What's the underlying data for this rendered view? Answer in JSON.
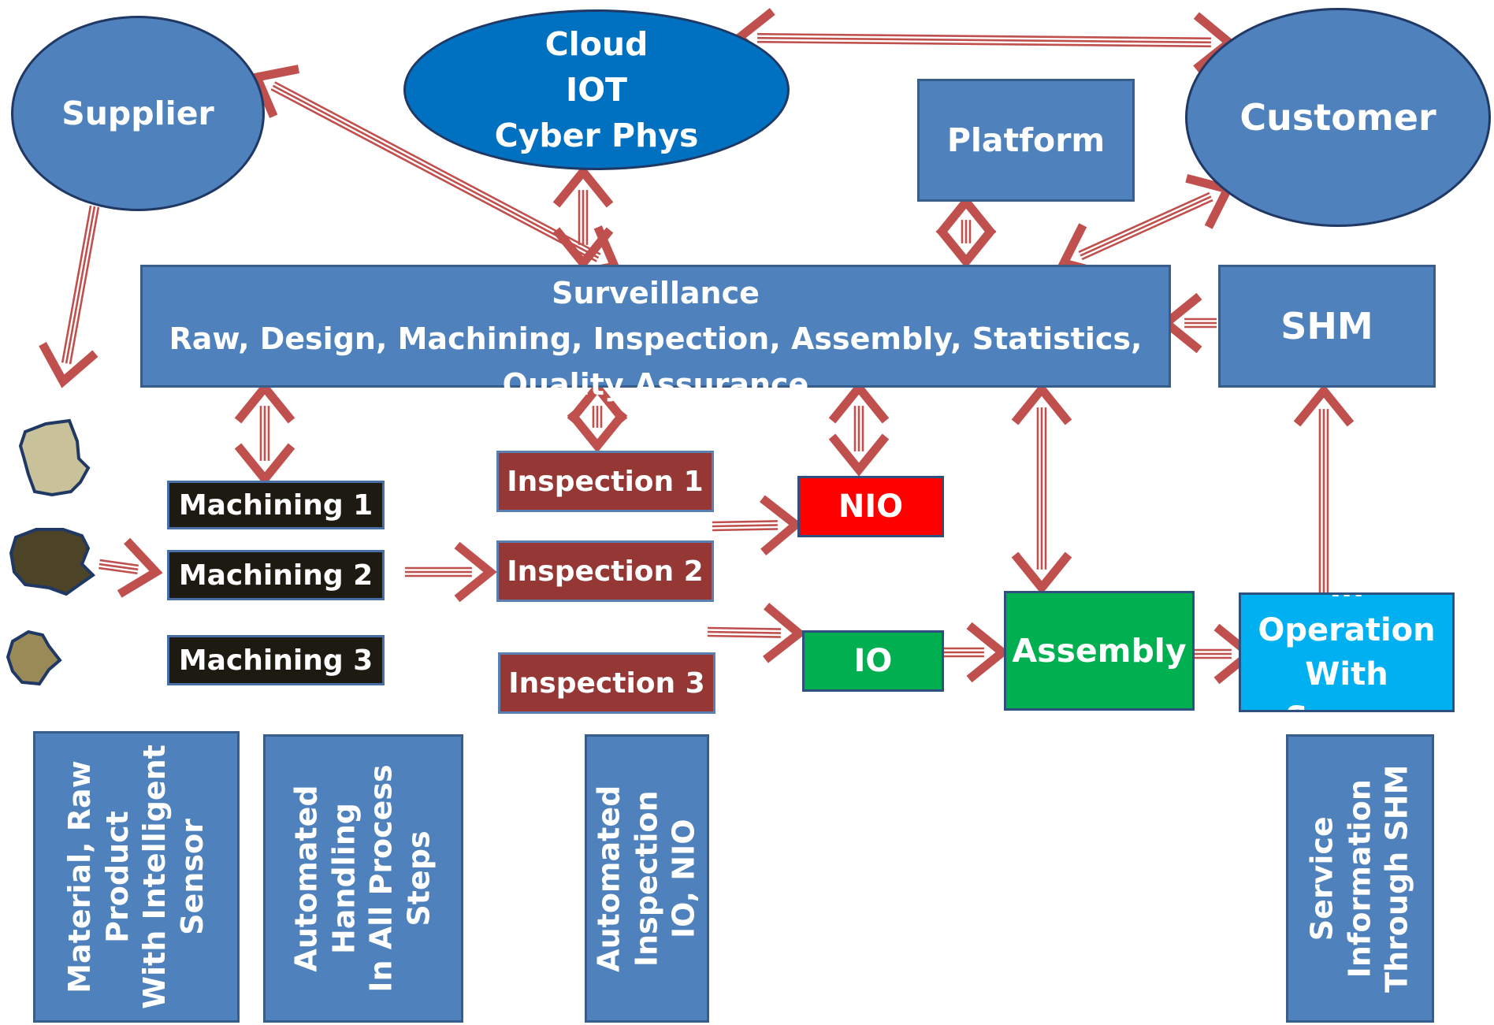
{
  "nodes": {
    "supplier": "Supplier",
    "cloud": [
      "Cloud",
      "IOT",
      "Cyber Phys"
    ],
    "customer": "Customer",
    "platform": "Platform",
    "surveillance": [
      "Surveillance",
      "Raw, Design, Machining, Inspection, Assembly, Statistics,",
      "Quality Assurance"
    ],
    "shm": "SHM",
    "machining": [
      "Machining 1",
      "Machining 2",
      "Machining 3"
    ],
    "inspection": [
      "Inspection 1",
      "Inspection 2",
      "Inspection 3"
    ],
    "nio": "NIO",
    "io": "IO",
    "assembly": "Assembly",
    "operation": [
      "In",
      "Operation",
      "With",
      "Sensor"
    ]
  },
  "labels": {
    "material": [
      "Material, Raw",
      "Product",
      "With Intelligent",
      "Sensor"
    ],
    "handling": [
      "Automated",
      "Handling",
      "In All Process",
      "Steps"
    ],
    "inspection": [
      "Automated",
      "Inspection",
      "IO, NIO"
    ],
    "service": [
      "Service",
      "Information",
      "Through SHM"
    ]
  },
  "colors": {
    "arrow": "#c0504d",
    "blue": "#4f81bd",
    "cloud": "#0070c0",
    "machining": "#1d1a12",
    "inspection": "#953735",
    "nio": "#ff0000",
    "io": "#00b050",
    "operation": "#00b0f0",
    "stone_light": "#c8c19a",
    "stone_dark": "#4d4326",
    "stone_mid": "#998a57"
  }
}
